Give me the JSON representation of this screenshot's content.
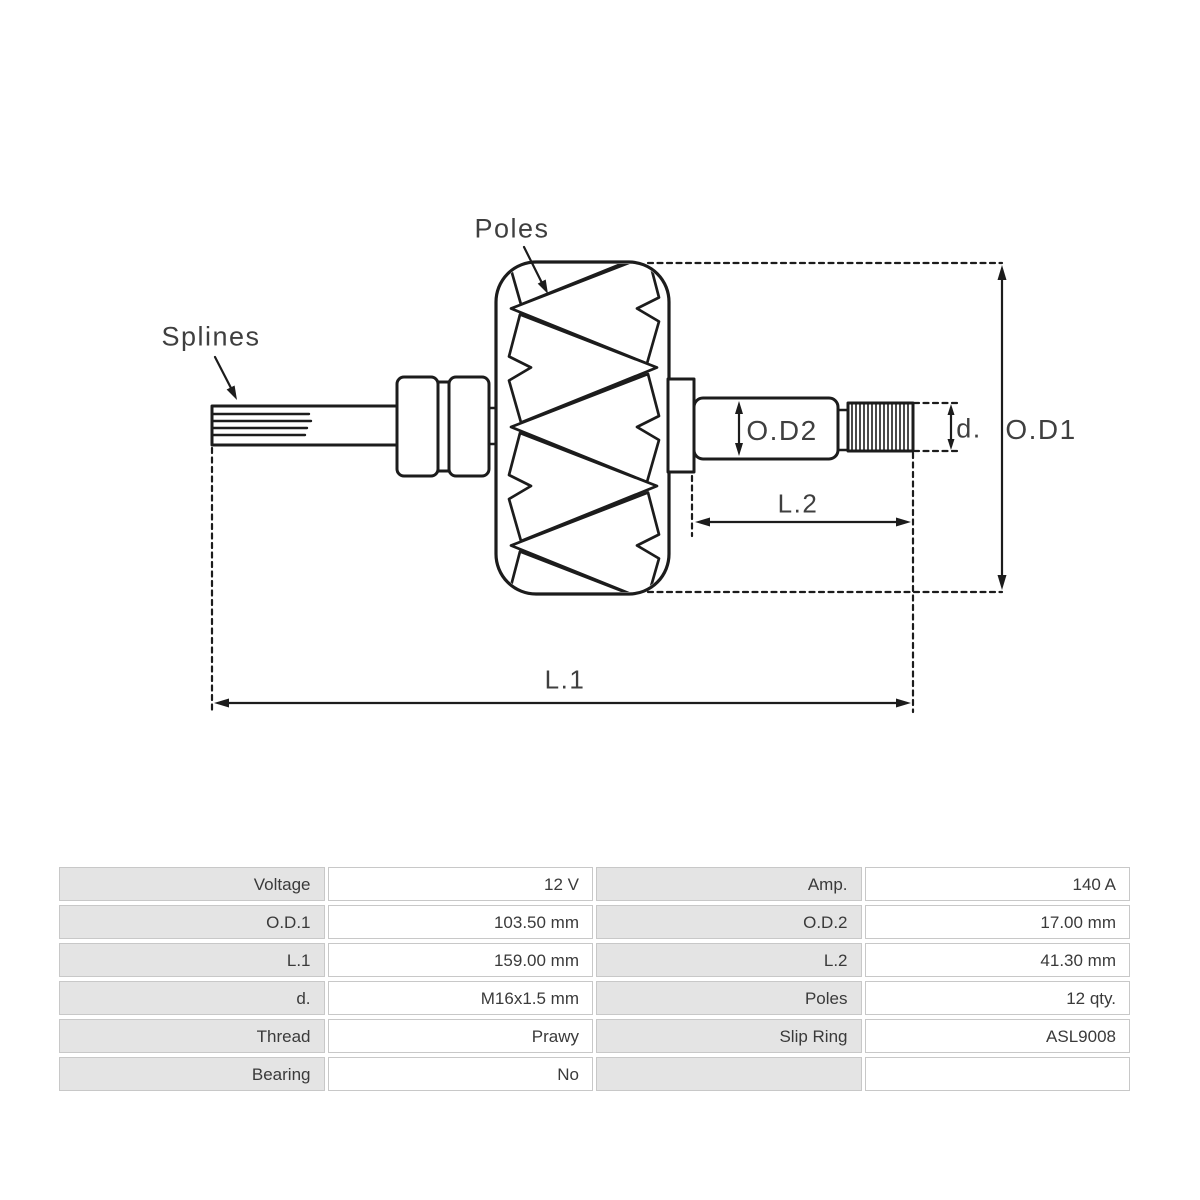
{
  "diagram": {
    "labels": {
      "poles": "Poles",
      "splines": "Splines",
      "od2": "O.D2",
      "d": "d.",
      "od1": "O.D1",
      "l2": "L.2",
      "l1": "L.1"
    }
  },
  "table": {
    "rows": [
      [
        "Voltage",
        "12 V",
        "Amp.",
        "140 A"
      ],
      [
        "O.D.1",
        "103.50 mm",
        "O.D.2",
        "17.00 mm"
      ],
      [
        "L.1",
        "159.00 mm",
        "L.2",
        "41.30 mm"
      ],
      [
        "d.",
        "M16x1.5 mm",
        "Poles",
        "12 qty."
      ],
      [
        "Thread",
        "Prawy",
        "Slip Ring",
        "ASL9008"
      ],
      [
        "Bearing",
        "No",
        "",
        ""
      ]
    ]
  },
  "colors": {
    "line": "#1c1c1c",
    "label_text": "#3f3f3f",
    "table_gray": "#e4e4e4",
    "table_border": "#c8c8c8",
    "table_text": "#3a3a3a"
  }
}
